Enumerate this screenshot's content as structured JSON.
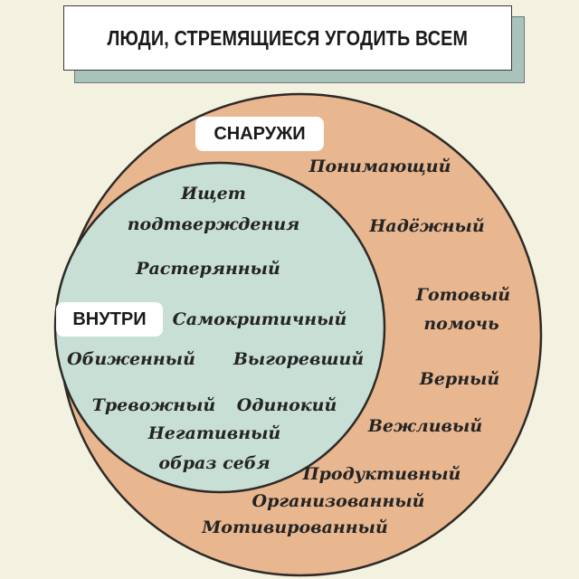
{
  "title": "ЛЮДИ, СТРЕМЯЩИЕСЯ УГОДИТЬ ВСЕМ",
  "labels": {
    "outside": "СНАРУЖИ",
    "inside": "ВНУТРИ"
  },
  "colors": {
    "background": "#f3f1df",
    "outer_circle": "#e8b68f",
    "inner_circle": "#c8dfd5",
    "title_shadow": "#a9c2bb"
  },
  "outside_traits": [
    "Понимающий",
    "Надёжный",
    "Готовый",
    "помочь",
    "Верный",
    "Вежливый",
    "Продуктивный",
    "Организованный",
    "Мотивированный"
  ],
  "inside_traits": [
    "Ищет",
    "подтверждения",
    "Растерянный",
    "Самокритичный",
    "Обиженный",
    "Выгоревший",
    "Тревожный",
    "Одинокий",
    "Негативный",
    "образ себя"
  ]
}
